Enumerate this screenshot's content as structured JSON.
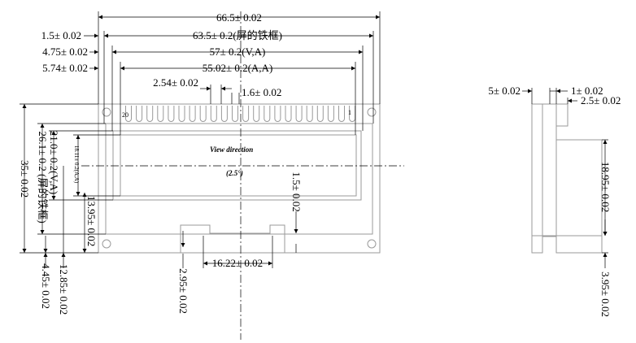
{
  "drawing": {
    "pin_first_label": "20",
    "pin_last_label": "1",
    "view_direction_label": "View direction",
    "angle_label": "(2.5°)",
    "front_view": {
      "top_dims": [
        {
          "label": "66.5± 0.02"
        },
        {
          "label": "63.5± 0.2(屏的铁框)"
        },
        {
          "label": "57± 0.2(V,A)"
        },
        {
          "label": "55.02± 0.2(A,A)"
        }
      ],
      "left_dims": [
        {
          "label": "1.5± 0.02"
        },
        {
          "label": "4.75± 0.02"
        },
        {
          "label": "5.74± 0.02"
        }
      ],
      "pitch_label": "2.54± 0.02",
      "pin_width_label": "1.6± 0.02",
      "vertical_dims": [
        {
          "label": "35± 0.02"
        },
        {
          "label": "26.1± 0.2 (屏的铁框)"
        },
        {
          "label": "21.0± 0.2(V,A)"
        },
        {
          "label": "18.11± 0.2(A,A)"
        },
        {
          "label": "13.95± 0.02"
        },
        {
          "label": "12.85± 0.02"
        },
        {
          "label": "4.45± 0.02"
        }
      ],
      "right_dim_label": "1.5± 0.02",
      "bottom_dims": [
        {
          "label": "16.22± 0.02"
        },
        {
          "label": "2.95± 0.02"
        }
      ]
    },
    "side_view": {
      "top_dims": [
        {
          "label": "5± 0.02"
        },
        {
          "label": "1± 0.02"
        },
        {
          "label": "2.5± 0.02"
        }
      ],
      "height_dim_label": "18.95± 0.02",
      "bottom_dim_label": "3.95± 0.02"
    }
  }
}
